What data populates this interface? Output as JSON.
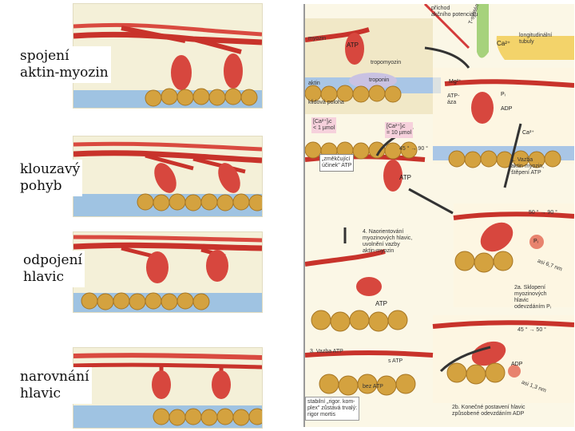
{
  "labels": {
    "step1": [
      "spojení",
      "aktin-myozin"
    ],
    "step2": [
      "klouzavý",
      "pohyb"
    ],
    "step3": [
      "odpojení",
      "hlavic"
    ],
    "step4": [
      "narovnání",
      "hlavic"
    ]
  },
  "cycle": {
    "prichod": [
      "příchod",
      "akčního potenciálu"
    ],
    "system": "T-systém",
    "ca_tubule": "Ca²⁺",
    "longitudinal": [
      "longitudinální",
      "tubuly"
    ],
    "myozin": "myozin",
    "atp_top": "ATP",
    "tropomyozin": "tropomyozin",
    "aktin": "aktin",
    "troponin": "troponin",
    "klidova": "klidová poloha",
    "ca_low": [
      "[Ca²⁺]ᵢc",
      "< 1 µmol"
    ],
    "ca_high": [
      "[Ca²⁺]ᵢc",
      "= 10 µmol"
    ],
    "mg": "Mg²⁺",
    "atpaza": [
      "ATP-",
      "áza"
    ],
    "pi": "Pᵢ",
    "adp": "ADP",
    "ca2": "Ca²⁺",
    "zmekcujici": [
      "„změkčující",
      "účinek\" ATP"
    ],
    "angle1": "45 ° → 90 °",
    "atp_mid": "ATP",
    "vazba1": [
      "1. Vazba",
      "aktin-myozin,",
      "štěpení ATP"
    ],
    "angle2": "50 ° → 90 °",
    "naorientovani": [
      "4. Naorientování",
      "myozinových hlavic,",
      "uvolnění vazby",
      "aktin-myozin"
    ],
    "pi2": "Pᵢ",
    "asi1": "asi 6,7 nm",
    "sklopeni": [
      "2a. Sklopení",
      "myozinových",
      "hlavic",
      "odevzdáním Pᵢ"
    ],
    "atp_low": "ATP",
    "vazba_atp": "3. Vazba ATP",
    "s_atp": "s ATP",
    "angle3": "45 ° → 50 °",
    "adp2": "ADP",
    "asi2": "asi 1,3 nm",
    "bez_atp": "bez ATP",
    "stabilni": [
      "stabilní „rigor. kom-",
      "plex\" zůstává trvalý:",
      "rigor mortis"
    ],
    "konecne": [
      "2b. Konečné postavení hlavic",
      "způsobené odevzdáním ADP"
    ]
  }
}
